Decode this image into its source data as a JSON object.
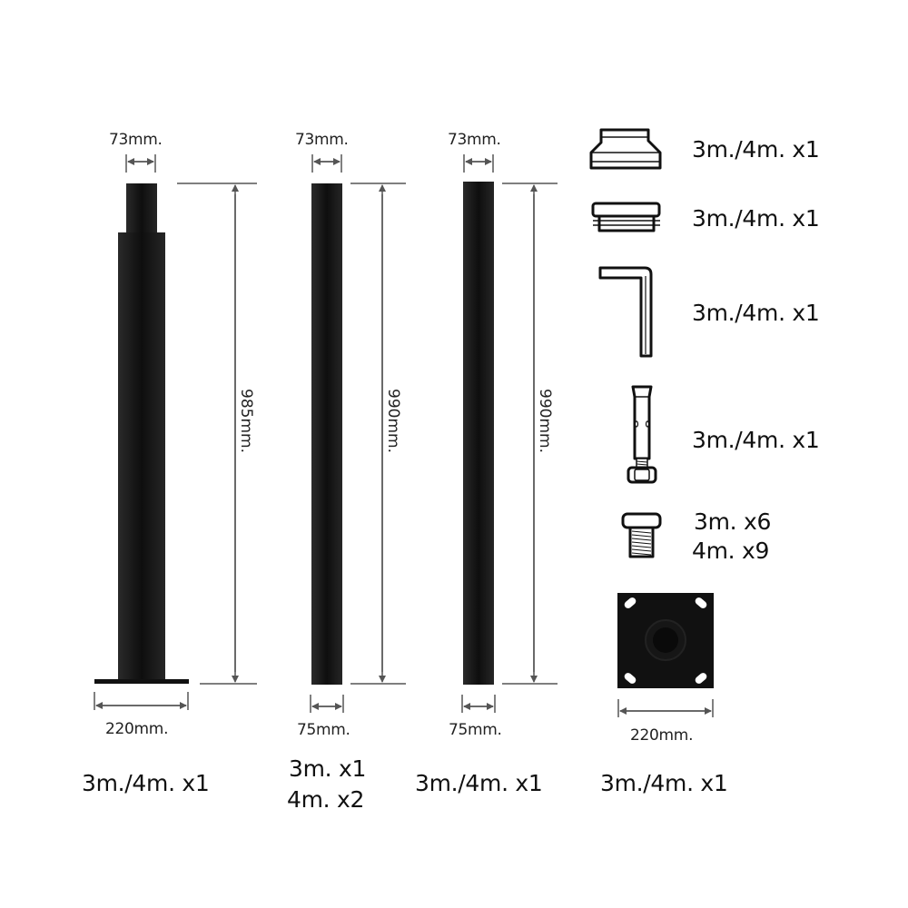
{
  "columns": [
    {
      "id": "telescopic-post",
      "top_width": "73mm.",
      "height": "985mm.",
      "base_width": "220mm.",
      "quantity": [
        "3m./4m. x1"
      ]
    },
    {
      "id": "extension-post-a",
      "top_width": "73mm.",
      "height": "990mm.",
      "bottom_width": "75mm.",
      "quantity": [
        "3m. x1",
        "4m. x2"
      ]
    },
    {
      "id": "extension-post-b",
      "top_width": "73mm.",
      "height": "990mm.",
      "bottom_width": "75mm.",
      "quantity": [
        "3m./4m. x1"
      ]
    },
    {
      "id": "base-plate",
      "width": "220mm.",
      "quantity": [
        "3m./4m. x1"
      ]
    }
  ],
  "accessories": [
    {
      "icon": "cap-icon",
      "quantity": [
        "3m./4m. x1"
      ]
    },
    {
      "icon": "plug-icon",
      "quantity": [
        "3m./4m. x1"
      ]
    },
    {
      "icon": "allen-key-icon",
      "quantity": [
        "3m./4m. x1"
      ]
    },
    {
      "icon": "anchor-bolt-icon",
      "quantity": [
        "3m./4m. x1"
      ]
    },
    {
      "icon": "screw-icon",
      "quantity": [
        "3m. x6",
        "4m. x9"
      ]
    }
  ],
  "colors": {
    "post": "#111111",
    "line": "#555555",
    "text": "#111111"
  }
}
